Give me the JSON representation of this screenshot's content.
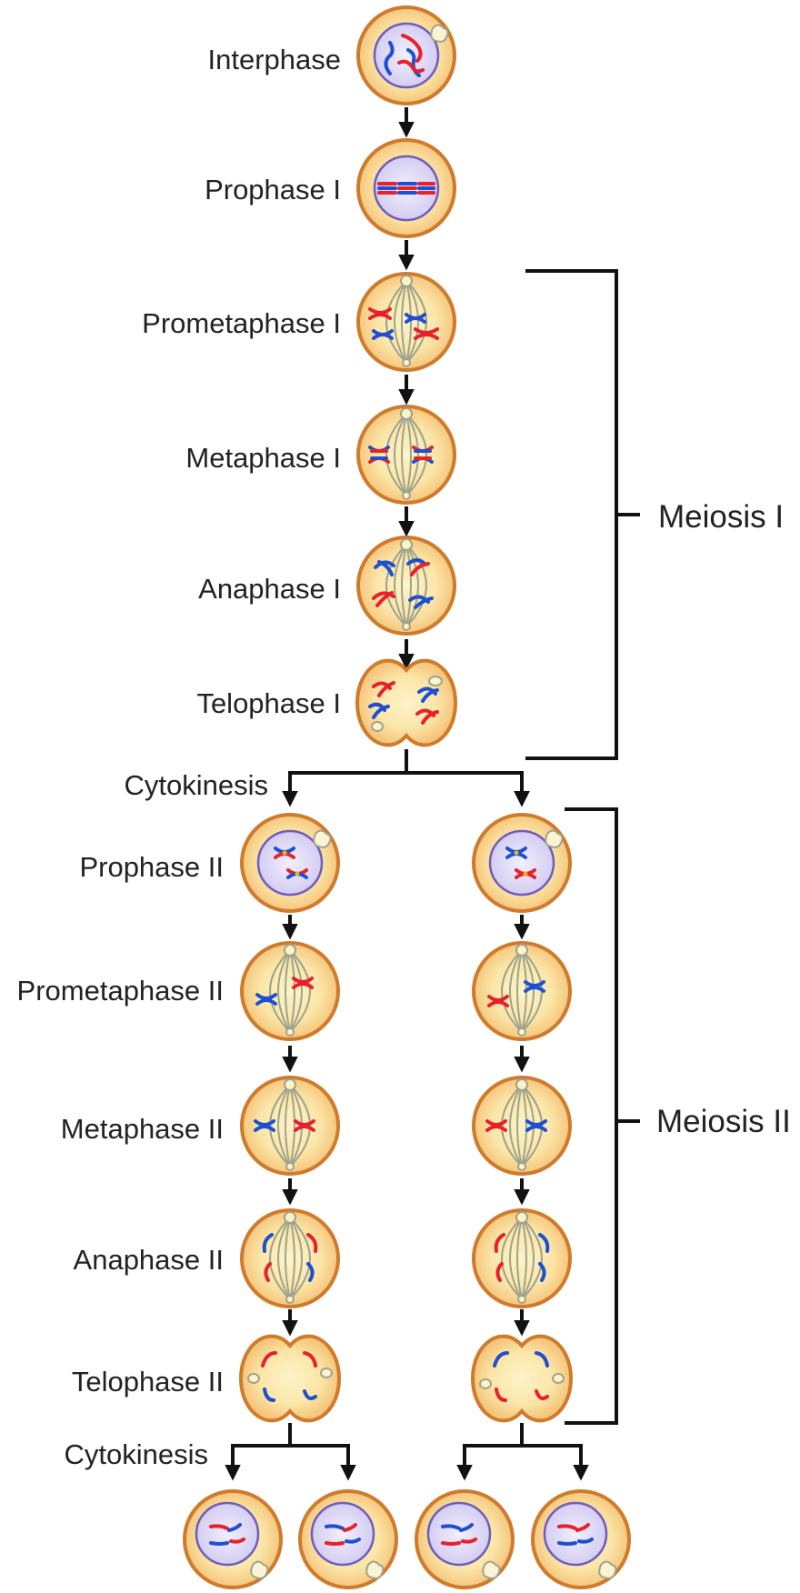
{
  "meiosis1": {
    "stages": [
      "Interphase",
      "Prophase I",
      "Prometaphase I",
      "Metaphase I",
      "Anaphase I",
      "Telophase I"
    ],
    "bracket_label": "Meiosis I"
  },
  "meiosis2": {
    "stages": [
      "Prophase II",
      "Prometaphase II",
      "Metaphase II",
      "Anaphase II",
      "Telophase II"
    ],
    "bracket_label": "Meiosis II"
  },
  "cytokinesis_label": "Cytokinesis",
  "daughter_cells": 4,
  "colors": {
    "cell_border": "#d07a2c",
    "cytoplasm": "#f5c67c",
    "cell_center": "#fdf3c9",
    "nucleus": "#ddd7f6",
    "nucleus_border": "#6e5dbc",
    "chromosome_maternal": "#e8202a",
    "chromosome_paternal": "#1f4fd1",
    "centromere": "#e8b418",
    "spindle": "#9ea38e",
    "arrows": "#111111"
  }
}
